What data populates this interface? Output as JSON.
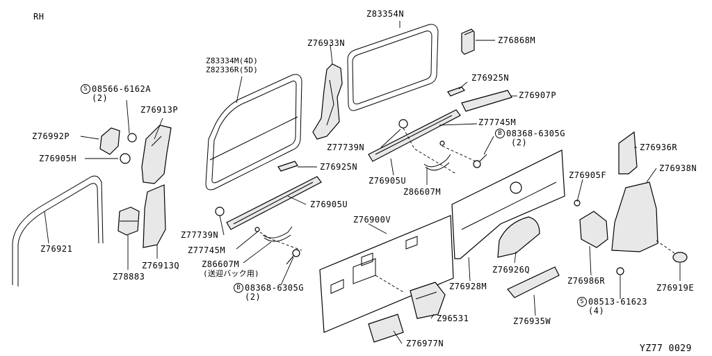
{
  "side_label": "RH",
  "doc_code": "YZ77 0029",
  "callouts": {
    "c1": "Z83354N",
    "c2": "Z76868M",
    "c3": "Z76933N",
    "c4": "Z83334M(4D)",
    "c5": "Z82336R(5D)",
    "c6": "Z76925N",
    "c7": "Z76907P",
    "c8": "08566-6162A",
    "c8q": "(2)",
    "c9": "Z76913P",
    "c10": "Z77745M",
    "c11": "08368-6305G",
    "c11q": "(2)",
    "c12": "Z76992P",
    "c13": "Z77739N",
    "c14": "Z76936R",
    "c15": "Z76905H",
    "c16": "Z76925N",
    "c17": "Z76905U",
    "c18": "Z76905F",
    "c19": "Z76938N",
    "c20": "Z86607M",
    "c21": "Z76905U",
    "c22": "Z77739N",
    "c23": "Z76900V",
    "c24": "Z76921",
    "c25": "Z77745M",
    "c26": "Z86607M",
    "c26n": "(送迎バック用)",
    "c27": "Z78883",
    "c28": "Z76913Q",
    "c29": "Z76926Q",
    "c30": "08368-6305G",
    "c30q": "(2)",
    "c31": "Z76928M",
    "c32": "Z76986R",
    "c33": "Z76919E",
    "c34": "08513-61623",
    "c34q": "(4)",
    "c35": "Z96531",
    "c36": "Z76935W",
    "c37": "Z76977N"
  },
  "symbols": {
    "s_type": "S",
    "b_type": "B"
  }
}
